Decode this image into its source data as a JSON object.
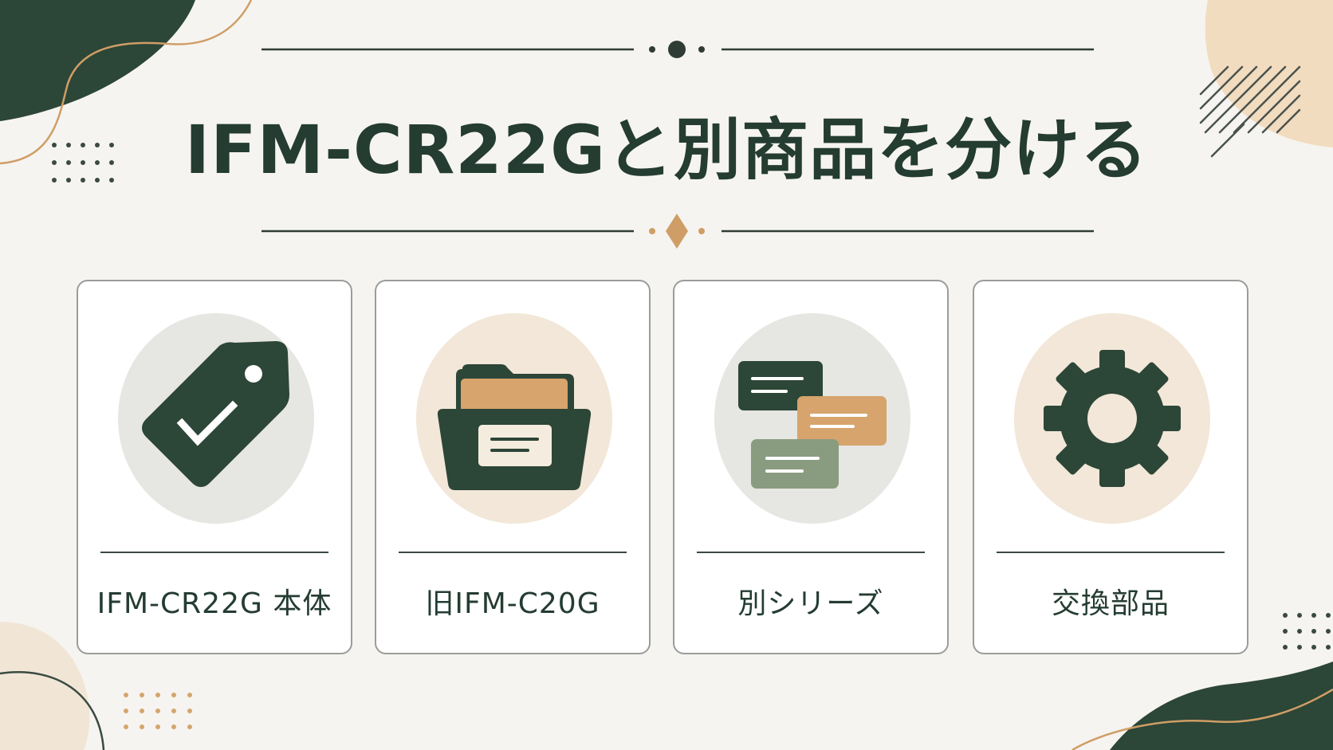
{
  "title": "IFM-CR22Gと別商品を分ける",
  "cards": [
    {
      "label": "IFM-CR22G 本体",
      "icon": "checked-tag-icon"
    },
    {
      "label": "旧IFM-C20G",
      "icon": "file-folder-icon"
    },
    {
      "label": "別シリーズ",
      "icon": "stacked-cards-icon"
    },
    {
      "label": "交換部品",
      "icon": "gear-icon"
    }
  ],
  "colors": {
    "background": "#f6f4f1",
    "dark_green": "#243c31",
    "tan": "#d6a46c",
    "sage": "#8a9c80",
    "light_gray": "#e6e6e2",
    "beige": "#f2e7d8"
  }
}
